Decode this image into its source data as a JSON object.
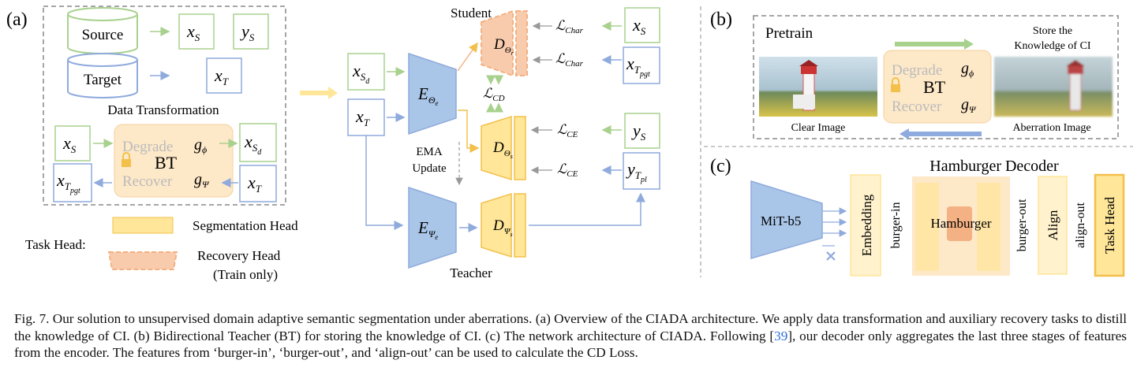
{
  "panels": {
    "a": {
      "label": "(a)",
      "source": "Source",
      "target": "Target",
      "x_s": "x",
      "x_s_sub": "S",
      "y_s": "y",
      "y_s_sub": "S",
      "x_t": "x",
      "x_t_sub": "T",
      "data_transformation": "Data Transformation",
      "degrade": "Degrade",
      "recover": "Recover",
      "bt": "BT",
      "g_phi": "g",
      "g_phi_sub": "ϕ",
      "g_psi": "g",
      "g_psi_sub": "Ψ",
      "x_sd": "x",
      "x_sd_sub": "S",
      "x_sd_subsub": "d",
      "x_tpgt": "x",
      "x_tpgt_sub": "T",
      "x_tpgt_subsub": "pgt",
      "task_head": "Task Head:",
      "segmentation_head": "Segmentation Head",
      "recovery_head": "Recovery Head",
      "train_only": "(Train only)",
      "student": "Student",
      "teacher": "Teacher",
      "ema_update_1": "EMA",
      "ema_update_2": "Update",
      "enc_student": "E",
      "enc_student_sub": "Θ",
      "enc_student_subsub": "e",
      "enc_teacher": "E",
      "enc_teacher_sub": "Ψ",
      "enc_teacher_subsub": "e",
      "dec_recovery": "D",
      "dec_recovery_sub": "Θ",
      "dec_recovery_subsub": "r",
      "dec_seg": "D",
      "dec_seg_sub": "Θ",
      "dec_seg_subsub": "s",
      "dec_teacher": "D",
      "dec_teacher_sub": "Ψ",
      "dec_teacher_subsub": "s",
      "loss_char": "ℒ",
      "loss_char_sub": "Char",
      "loss_cd": "ℒ",
      "loss_cd_sub": "CD",
      "loss_ce": "ℒ",
      "loss_ce_sub": "CE",
      "y_tpl": "y",
      "y_tpl_sub": "T",
      "y_tpl_subsub": "pl"
    },
    "b": {
      "label": "(b)",
      "pretrain": "Pretrain",
      "store_1": "Store the",
      "store_2": "Knowledge of CI",
      "clear_image": "Clear Image",
      "aberration_image": "Aberration Image",
      "degrade": "Degrade",
      "recover": "Recover",
      "bt": "BT"
    },
    "c": {
      "label": "(c)",
      "title": "Hamburger Decoder",
      "encoder": "MiT-b5",
      "embedding": "Embedding",
      "burger_in": "burger-in",
      "hamburger": "Hamburger",
      "burger_out": "burger-out",
      "align": "Align",
      "align_out": "align-out",
      "task_head": "Task Head"
    }
  },
  "caption": {
    "text_1": "Fig. 7.  Our solution to unsupervised domain adaptive semantic segmentation under aberrations. (a) Overview of the CIADA architecture. We apply data transformation and auxiliary recovery tasks to distill the knowledge of CI. (b) Bidirectional Teacher (BT) for storing the knowledge of CI. (c) The network architecture of CIADA. Following [",
    "ref": "39",
    "text_2": "], our decoder only aggregates the last three stages of features from the encoder. The features from ‘burger-in’, ‘burger-out’, and ‘align-out’ can be used to calculate the CD Loss."
  },
  "colors": {
    "green": "#a9d18e",
    "blue": "#8faadc",
    "yellow": "#ffe699",
    "orange": "#f4b183",
    "encoder_blue": "#a9c6e8"
  }
}
